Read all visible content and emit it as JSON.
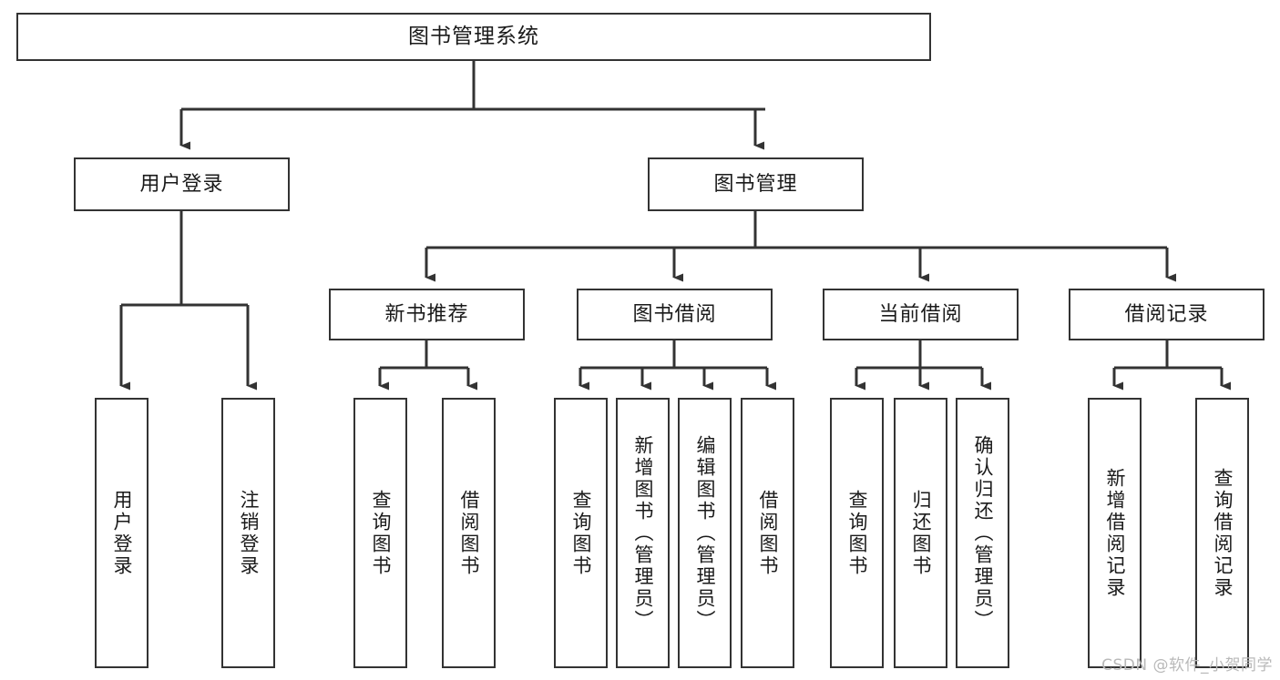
{
  "diagram": {
    "title": "图书管理系统",
    "type": "hierarchy-tree",
    "colors": {
      "border": "#333333",
      "background": "#ffffff",
      "text": "#1a1a1a",
      "watermark": "#b9b9b9"
    },
    "levels": {
      "root": {
        "label": "图书管理系统"
      },
      "level2": [
        {
          "label": "用户登录"
        },
        {
          "label": "图书管理"
        }
      ],
      "level3": [
        {
          "label": "新书推荐"
        },
        {
          "label": "图书借阅"
        },
        {
          "label": "当前借阅"
        },
        {
          "label": "借阅记录"
        }
      ],
      "leaves": {
        "user_login": [
          {
            "label": "用户登录"
          },
          {
            "label": "注销登录"
          }
        ],
        "new_book_recommend": [
          {
            "label": "查询图书"
          },
          {
            "label": "借阅图书"
          }
        ],
        "book_borrow": [
          {
            "label": "查询图书"
          },
          {
            "label": "新增图书（管理员）"
          },
          {
            "label": "编辑图书（管理员）"
          },
          {
            "label": "借阅图书"
          }
        ],
        "current_borrow": [
          {
            "label": "查询图书"
          },
          {
            "label": "归还图书"
          },
          {
            "label": "确认归还（管理员）"
          }
        ],
        "borrow_record": [
          {
            "label": "新增借阅记录"
          },
          {
            "label": "查询借阅记录"
          }
        ]
      }
    },
    "watermark": "CSDN @软件_小贺同学"
  }
}
